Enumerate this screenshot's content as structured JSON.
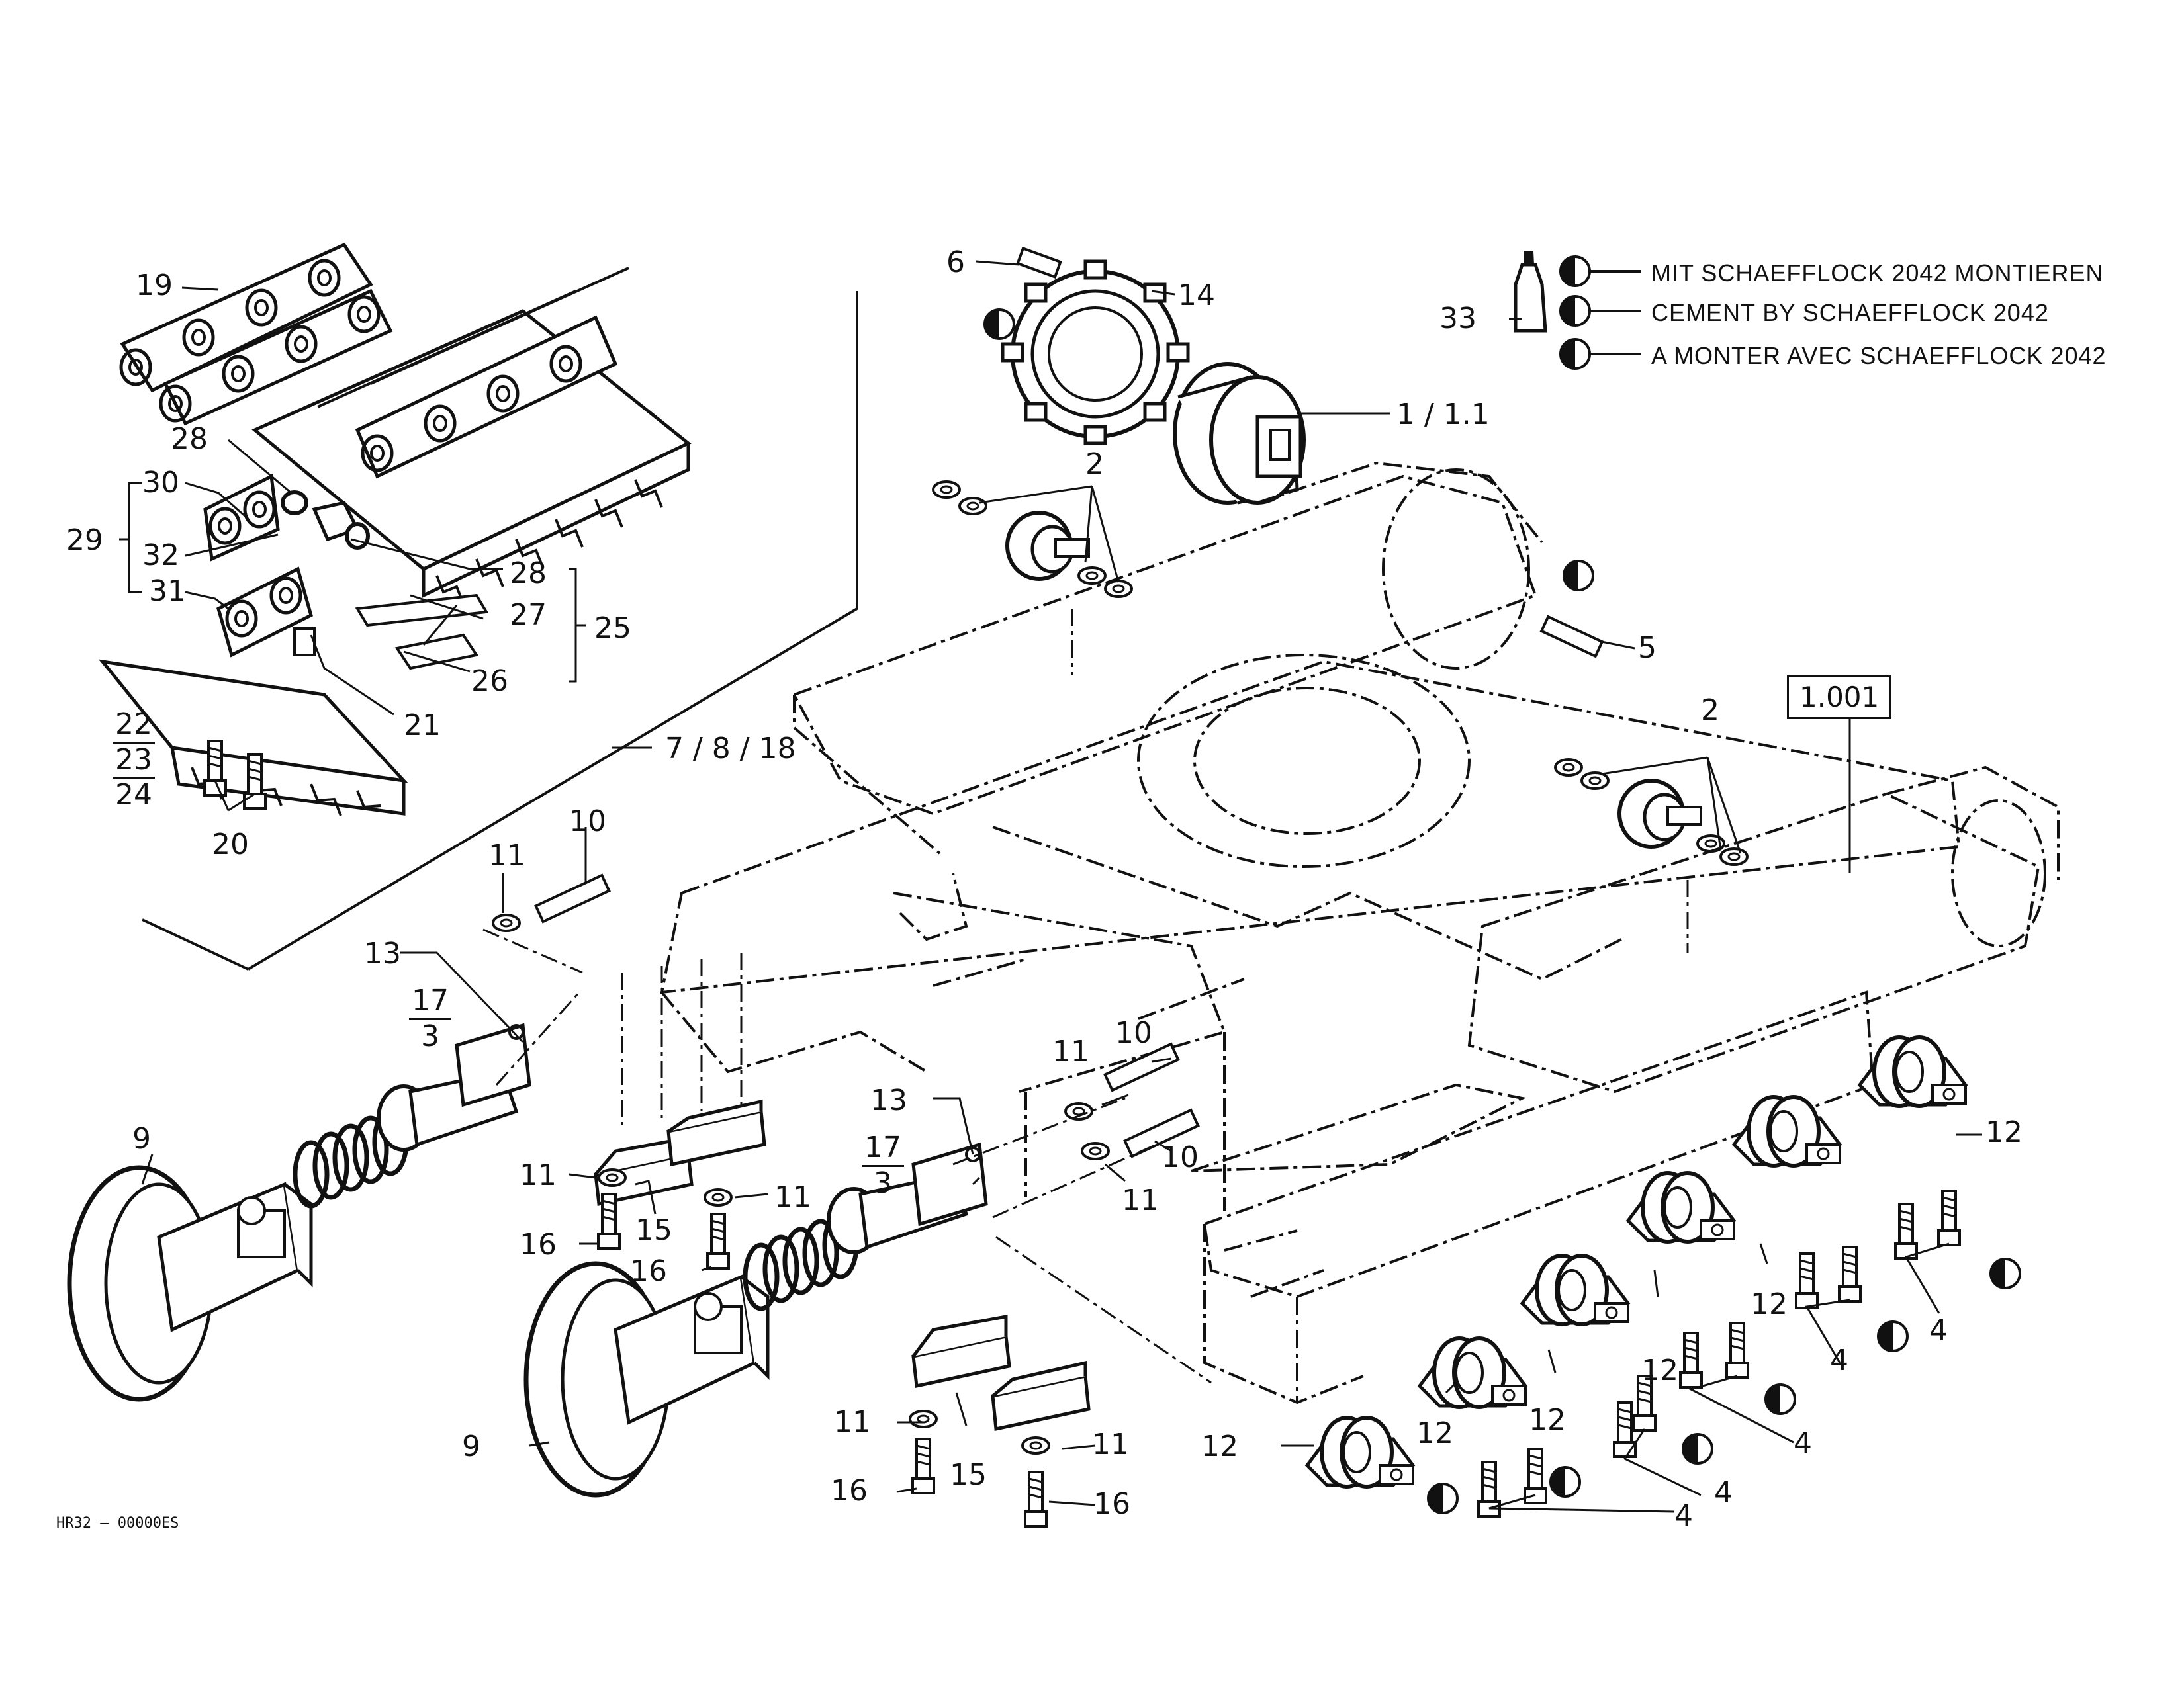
{
  "labels": {
    "p19": "19",
    "p28a": "28",
    "p30": "30",
    "p29": "29",
    "p32": "32",
    "p31": "31",
    "p28b": "28",
    "p27": "27",
    "p25": "25",
    "p26": "26",
    "p21": "21",
    "p20": "20",
    "p6": "6",
    "p14": "14",
    "p1": "1 / 1.1",
    "p2a": "2",
    "p2b": "2",
    "p5": "5",
    "p33": "33",
    "p7": "7 / 8 / 18",
    "p10a": "10",
    "p11a": "11",
    "p13a": "13",
    "p9a": "9",
    "p11b": "11",
    "p11c": "11",
    "p16a": "16",
    "p15a": "15",
    "p16b": "16",
    "p11d": "11",
    "p10b": "10",
    "p10c": "10",
    "p11e": "11",
    "p13b": "13",
    "p9b": "9",
    "p11f": "11",
    "p15b": "15",
    "p11g": "11",
    "p16c": "16",
    "p16d": "16",
    "p12a": "12",
    "p12b": "12",
    "p12c": "12",
    "p12d": "12",
    "p12e": "12",
    "p12f": "12",
    "p4a": "4",
    "p4b": "4",
    "p4c": "4",
    "p4d": "4",
    "p4e": "4",
    "p4f": "4"
  },
  "fractions": {
    "f22_23_24": [
      "22",
      "23",
      "24"
    ],
    "f17_3_a": [
      "17",
      "3"
    ],
    "f17_3_b": [
      "17",
      "3"
    ]
  },
  "boxed_ref": "1.001",
  "legend": [
    "MIT SCHAEFFLOCK 2042 MONTIEREN",
    "CEMENT BY SCHAEFFLOCK 2042",
    "A MONTER AVEC SCHAEFFLOCK 2042"
  ],
  "drawing_code": "HR32 – 00000ES"
}
